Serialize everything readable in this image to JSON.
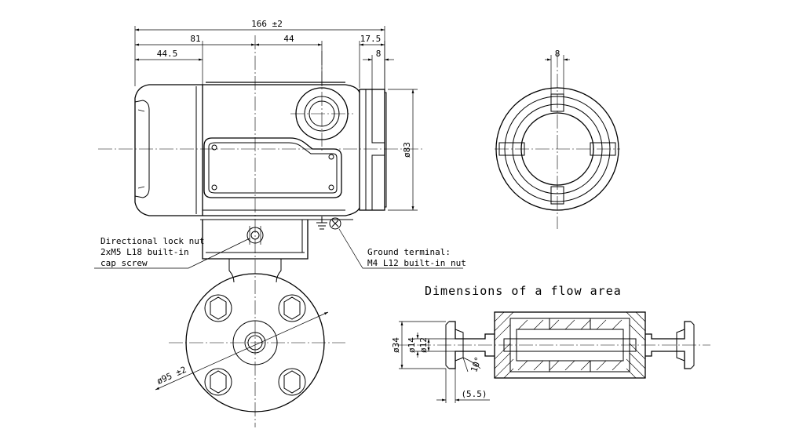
{
  "dimensions": {
    "overall_width": "166 ±2",
    "left_to_center": "81",
    "center_to_port": "44",
    "cap_width": "17.5",
    "slot_width": "8",
    "left_offset": "44.5",
    "body_diameter": "ø83",
    "end_slot_width": "8",
    "flange_pcd": "ø95 ±2"
  },
  "callouts": {
    "lock_nut": [
      "Directional lock nut",
      "2xM5 L18 built-in",
      "cap screw"
    ],
    "ground_terminal": [
      "Ground terminal:",
      "M4 L12 built-in nut"
    ]
  },
  "flow_area": {
    "title": "Dimensions of a flow area",
    "outer_diameter": "ø34",
    "bore_diameter": "ø12",
    "inner_diameter": "ø14",
    "angle": "10°",
    "length": "(5.5)"
  }
}
